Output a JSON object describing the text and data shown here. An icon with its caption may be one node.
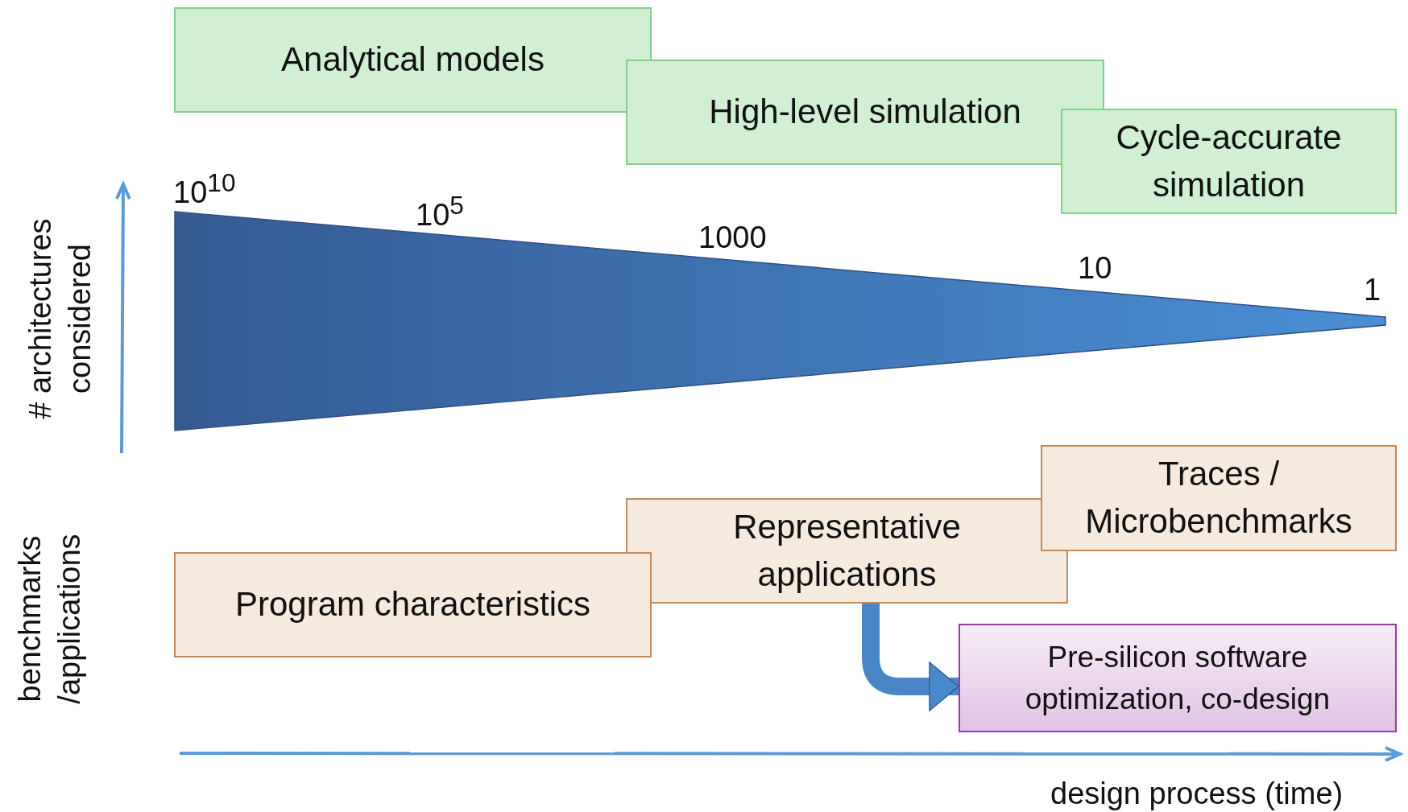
{
  "diagram": {
    "nodes": [
      {
        "text": [
          "Analytical models"
        ]
      },
      {
        "text": [
          "High-level simulation"
        ]
      },
      {
        "text": [
          "Cycle-accurate simulation"
        ]
      },
      {
        "text": [
          "Program characteristics"
        ]
      },
      {
        "text": [
          "Representative applications"
        ]
      },
      {
        "text": [
          "Traces / Microbenchmarks"
        ]
      },
      {
        "text": [
          "Pre-silicon software optimization, co-design"
        ]
      }
    ],
    "edges": [
      {
        "from": 4,
        "to": 6,
        "arrow": "to"
      }
    ],
    "labels": [
      "10$^{10}$",
      "10$^{5}$",
      "1000",
      "10",
      "1",
      "# architectures considered",
      "benchmarks /applications",
      "design process (time)"
    ]
  }
}
